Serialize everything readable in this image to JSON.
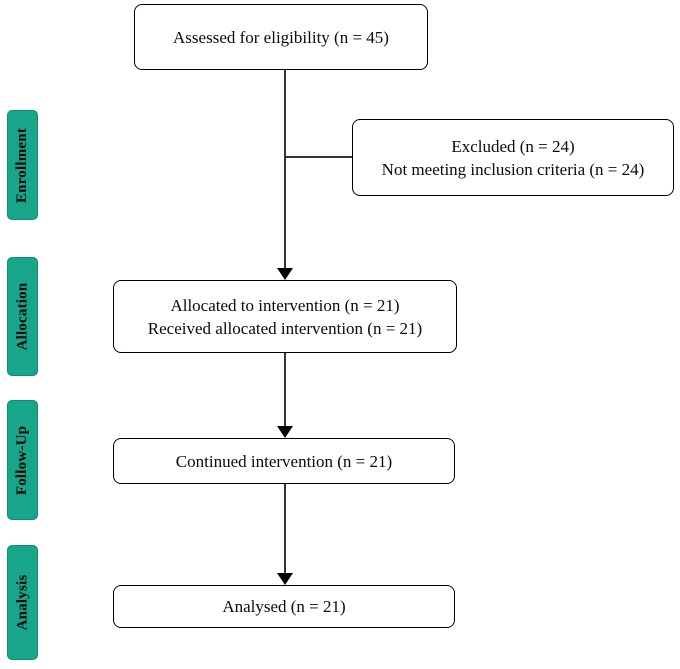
{
  "stages": [
    {
      "label": "Enrollment"
    },
    {
      "label": "Allocation"
    },
    {
      "label": "Follow-Up"
    },
    {
      "label": "Analysis"
    }
  ],
  "boxes": {
    "eligibility": {
      "lines": [
        "Assessed for eligibility (n = 45)"
      ]
    },
    "excluded": {
      "lines": [
        "Excluded (n = 24)",
        "Not meeting inclusion criteria (n = 24)"
      ]
    },
    "allocated": {
      "lines": [
        "Allocated to intervention (n = 21)",
        "Received allocated intervention (n = 21)"
      ]
    },
    "continued": {
      "lines": [
        "Continued intervention (n = 21)"
      ]
    },
    "analysed": {
      "lines": [
        "Analysed (n = 21)"
      ]
    }
  },
  "colors": {
    "stage_fill": "#17a689",
    "stage_border": "#0f8d71",
    "box_border": "#000000",
    "box_fill": "#ffffff",
    "line": "#333333",
    "arrow": "#000000"
  }
}
